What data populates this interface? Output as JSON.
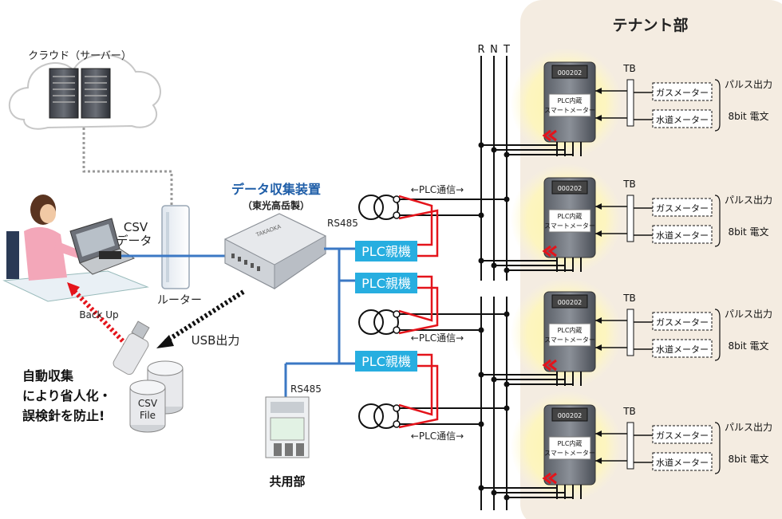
{
  "labels": {
    "cloud": "クラウド（サーバー）",
    "csv_line1": "CSV",
    "csv_line2": "データ",
    "router": "ルーター",
    "backup": "Back Up",
    "usb": "USB出力",
    "slogan1": "自動収集",
    "slogan2": "により省人化・",
    "slogan3": "誤検針を防止!",
    "csv_file1": "CSV",
    "csv_file2": "File",
    "collector_title": "データ収集装置",
    "collector_maker": "（東光高岳製）",
    "rs485_top": "RS485",
    "rs485_bottom": "RS485",
    "shared": "共用部",
    "plc_master": "PLC親機",
    "plc_comm": "←PLC通信→",
    "phase_r": "R",
    "phase_n": "N",
    "phase_t": "T",
    "tenant": "テナント部",
    "tb": "TB",
    "gas_meter": "ガスメーター",
    "water_meter": "水道メーター",
    "pulse_out": "パルス出力",
    "bit_elec": "8bit 電文",
    "meter_display": "000202",
    "meter_label1": "PLC内蔵",
    "meter_label2": "スマートメーター"
  },
  "colors": {
    "blue_line": "#3b78c4",
    "plc_box": "#27aee0",
    "red_line": "#e4141b",
    "tenant_bg": "#f4ece1",
    "title_blue": "#1f5ea8"
  }
}
